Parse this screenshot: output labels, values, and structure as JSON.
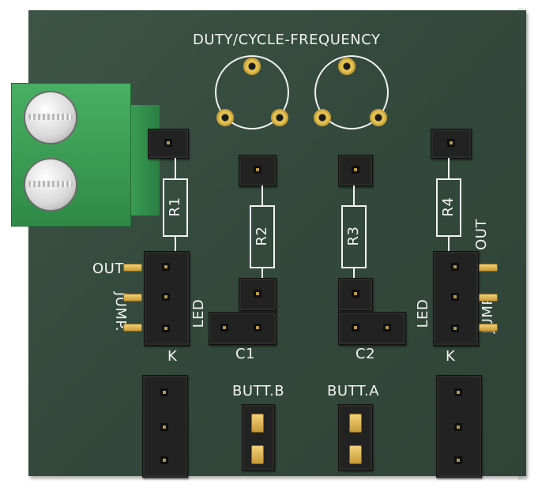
{
  "labels": {
    "pot_title": "DUTY/CYCLE-FREQUENCY",
    "r1": "R1",
    "r2": "R2",
    "r3": "R3",
    "r4": "R4",
    "c1": "C1",
    "c2": "C2",
    "out_left": "OUT",
    "jump_left": "JUMP.",
    "led_left": "LED",
    "k_left": "K",
    "led_right": "LED",
    "jump_right": "JUMP.",
    "out_right": "OUT",
    "k_right": "K",
    "butt_b": "BUTT.B",
    "butt_a": "BUTT.A"
  },
  "colors": {
    "pcb": "#34493d",
    "silkscreen": "#f2f2f2",
    "terminal": "#3a9c54",
    "header": "#222222",
    "gold": "#e4c252"
  }
}
